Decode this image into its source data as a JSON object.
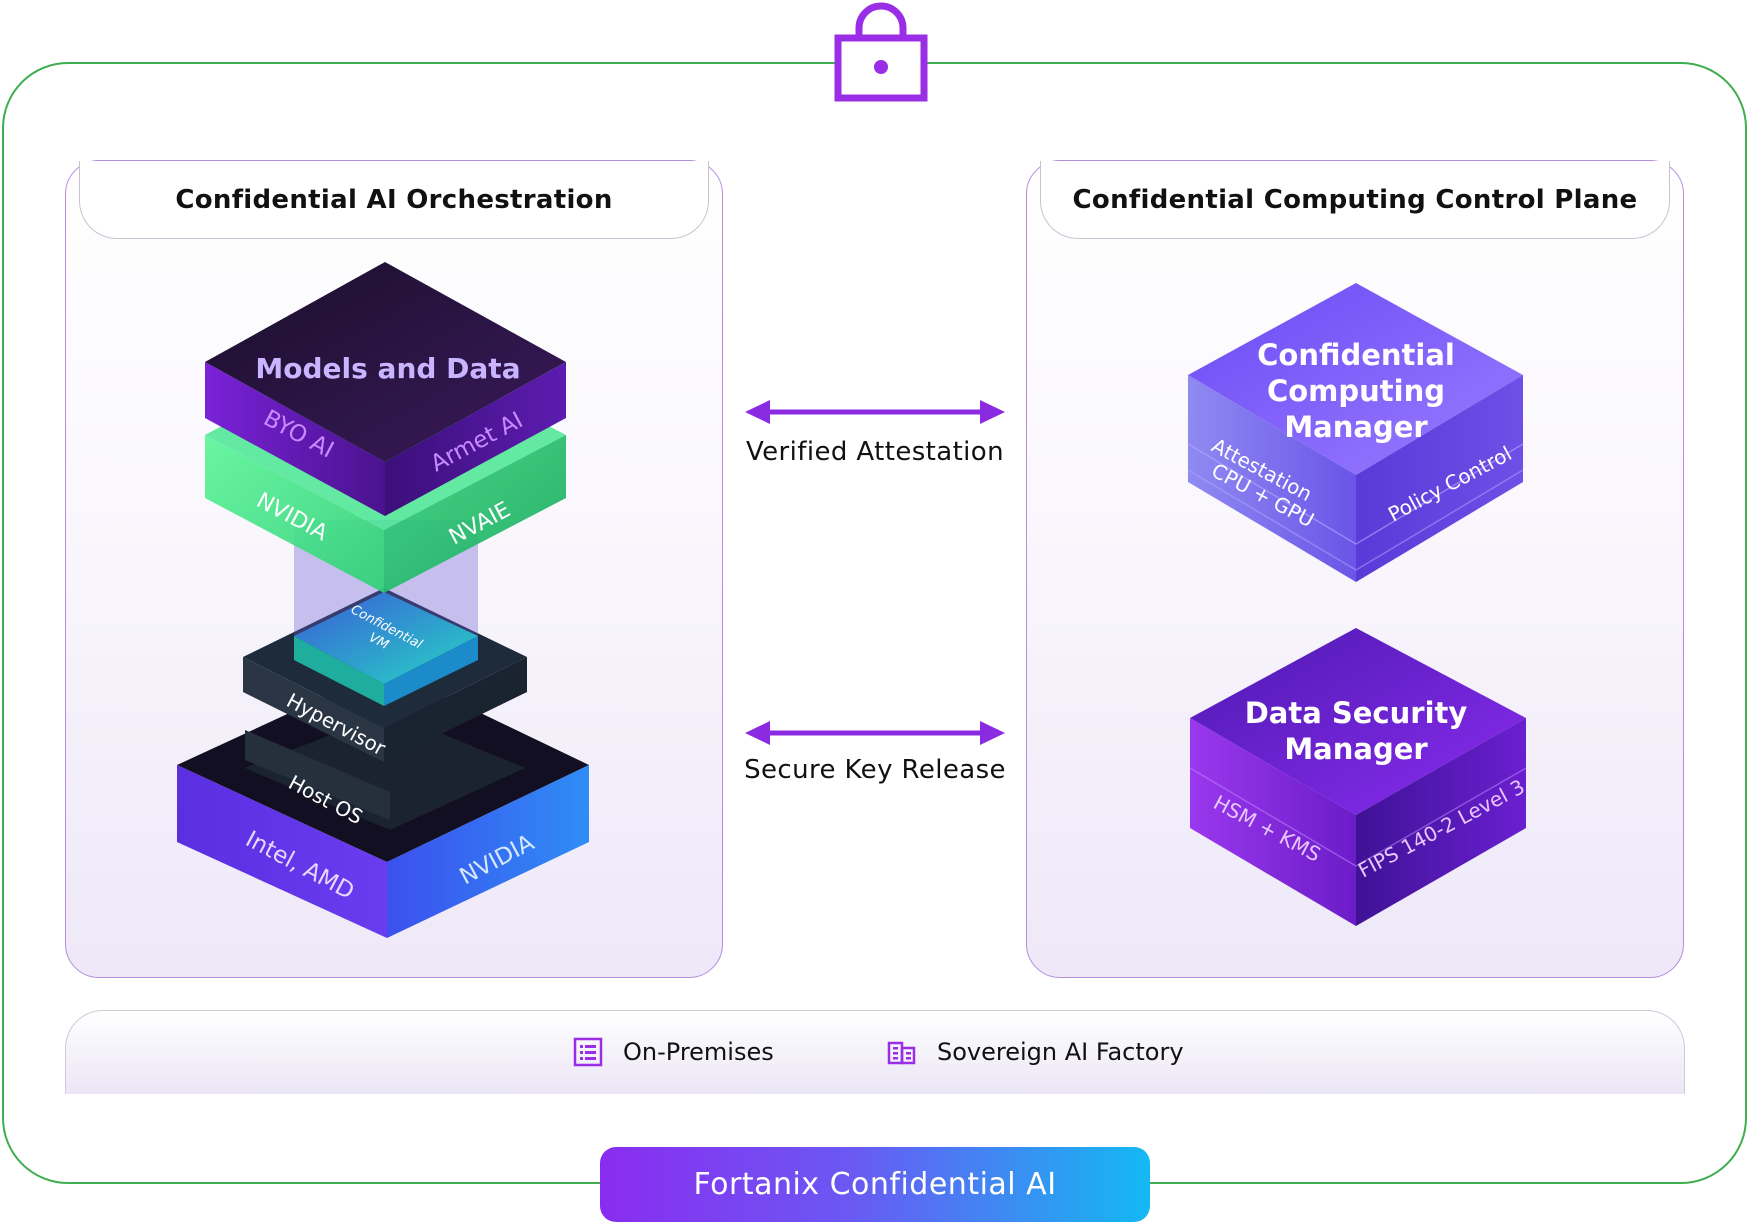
{
  "left_panel": {
    "title": "Confidential AI Orchestration",
    "stack": {
      "top_block": {
        "title": "Models and Data",
        "face_left": "BYO AI",
        "face_right": "Armet AI"
      },
      "green_layer": {
        "face_left": "NVIDIA",
        "face_right": "NVAIE"
      },
      "vm_chip": {
        "line1": "Confidential",
        "line2": "VM"
      },
      "hypervisor_layer": {
        "label": "Hypervisor"
      },
      "host_os_layer": {
        "label": "Host OS"
      },
      "base_layer": {
        "face_left": "Intel, AMD",
        "face_right": "NVIDIA"
      }
    }
  },
  "right_panel": {
    "title": "Confidential Computing Control Plane",
    "ccm_block": {
      "title_lines": [
        "Confidential",
        "Computing",
        "Manager"
      ],
      "face_left_line1": "Attestation",
      "face_left_line2": "CPU + GPU",
      "face_right": "Policy Control"
    },
    "dsm_block": {
      "title_lines": [
        "Data Security",
        "Manager"
      ],
      "face_left": "HSM + KMS",
      "face_right": "FIPS 140-2 Level 3"
    }
  },
  "connectors": {
    "top": "Verified Attestation",
    "bottom": "Secure Key Release"
  },
  "environments": [
    {
      "label": "On-Premises",
      "icon": "list-document-icon"
    },
    {
      "label": "Sovereign AI Factory",
      "icon": "buildings-icon"
    }
  ],
  "brand_bar": {
    "label": "Fortanix Confidential AI"
  },
  "colors": {
    "outer_border": "#3fae4e",
    "accent_purple": "#8a2be2",
    "gradient_start": "#8a2cf0",
    "gradient_end": "#13b9f2"
  }
}
